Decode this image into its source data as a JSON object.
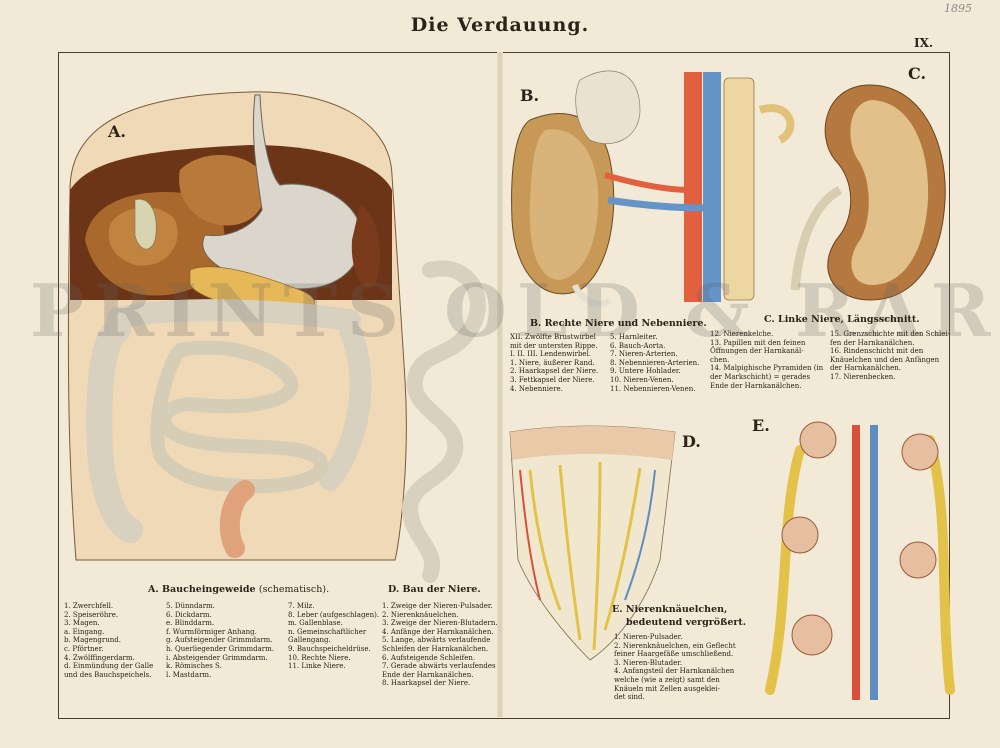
{
  "page": {
    "title": "Die Verdauung.",
    "plate_number": "IX.",
    "pencil_note": "1895",
    "watermark": "PRINTS OLD & RARE"
  },
  "figures": {
    "A": {
      "letter": "A.",
      "caption_letter": "A.",
      "caption_title": "Baucheingeweide",
      "caption_note": "(schematisch).",
      "col1": [
        "1. Zwerchfell.",
        "2. Speiseröhre.",
        "3. Magen.",
        "a. Eingang.",
        "b. Magengrund.",
        "c. Pförtner.",
        "4. Zwölffingerdarm.",
        "d. Einmündung der Galle",
        "und des Bauchspeichels."
      ],
      "col2": [
        "5. Dünndarm.",
        "6. Dickdarm.",
        "e. Blinddarm.",
        "f. Wurmförmiger Anhang.",
        "g. Aufsteigender Grimmdarm.",
        "h. Querliegender Grimmdarm.",
        "i. Absteigender Grimmdarm.",
        "k. Römisches S.",
        "l. Mastdarm."
      ],
      "col3": [
        "7. Milz.",
        "8. Leber (aufgeschlagen).",
        "m. Gallenblase.",
        "n. Gemeinschaftlicher",
        "Gallengang.",
        "9. Bauchspeicheldrüse.",
        "10. Rechte Niere.",
        "11. Linke Niere."
      ]
    },
    "B": {
      "letter": "B.",
      "caption_letter": "B.",
      "caption_title": "Rechte Niere und Nebenniere.",
      "col1": [
        "XII. Zwölfte Brustwirbel",
        "mit der untersten Rippe.",
        "I. II. III. Lendenwirbel.",
        "1. Niere, äußerer Rand.",
        "2. Haarkapsel der Niere.",
        "3. Fettkapsel der Niere.",
        "4. Nebenniere."
      ],
      "col2": [
        "5. Harnleiter.",
        "6. Bauch-Aorta.",
        "7. Nieren-Arterien.",
        "8. Nebennieren-Arterien.",
        "9. Untere Hohlader.",
        "10. Nieren-Venen.",
        "11. Nebennieren-Venen."
      ]
    },
    "C": {
      "letter": "C.",
      "caption_letter": "C.",
      "caption_title": "Linke Niere, Längsschnitt.",
      "col1": [
        "12. Nierenkelche.",
        "13. Papillen mit den feinen",
        "Öffnungen der Harnkanäl-",
        "chen.",
        "14. Malpighische Pyramiden (in",
        "der Markschicht) = gerades",
        "Ende der Harnkanälchen."
      ],
      "col2": [
        "15. Grenzschichte mit den Schlei-",
        "fen der Harnkanälchen.",
        "16. Rindenschicht mit den",
        "Knäuelchen und den Anfängen",
        "der Harnkanälchen.",
        "17. Nierenbecken."
      ]
    },
    "D": {
      "letter": "D.",
      "caption_letter": "D.",
      "caption_title": "Bau der Niere.",
      "items": [
        "1. Zweige der Nieren-Pulsader.",
        "2. Nierenknäuelchen.",
        "3. Zweige der Nieren-Blutadern.",
        "4. Anfänge der Harnkanälchen.",
        "5. Lange, abwärts verlaufende",
        "Schleifen der Harnkanälchen.",
        "6. Aufsteigende Schleifen.",
        "7. Gerade abwärts verlaufendes",
        "Ende der Harnkanälchen.",
        "8. Haarkapsel der Niere."
      ]
    },
    "E": {
      "letter": "E.",
      "caption_letter": "E.",
      "caption_title": "Nierenknäuelchen,",
      "caption_title2": "bedeutend vergrößert.",
      "items": [
        "1. Nieren-Pulsader.",
        "2. Nierenknäuelchen, ein Geflecht",
        "feiner Haargefäße umschließend.",
        "3. Nieren-Blutader.",
        "4. Anfangsteil der Harnkanälchen",
        "welche (wie a zeigt) samt den",
        "Knäueln mit Zellen ausgeklei-",
        "det sind."
      ]
    }
  },
  "colors": {
    "paper": "#f2ead6",
    "ink": "#2b2218",
    "artery": "#d9503a",
    "vein": "#5e8ec0",
    "tubule": "#e3c24a",
    "kidney": "#c8924a",
    "intestine": "#ddd5c0",
    "liver": "#8a4a22"
  }
}
